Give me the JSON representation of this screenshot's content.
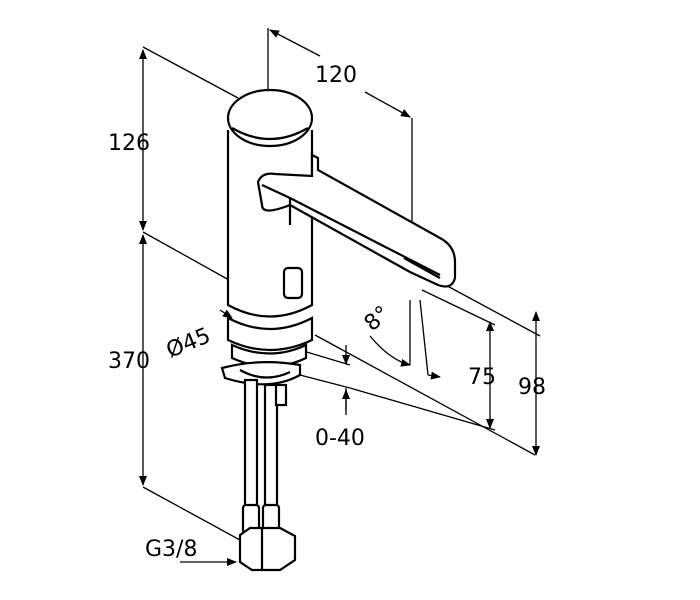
{
  "dimensions": {
    "spout_reach": "120",
    "top_height": "126",
    "total_height": "370",
    "diameter": "Ø45",
    "angle": "8°",
    "outlet_height": "75",
    "spout_height": "98",
    "adjust_range": "0-40",
    "connection": "G3/8"
  }
}
